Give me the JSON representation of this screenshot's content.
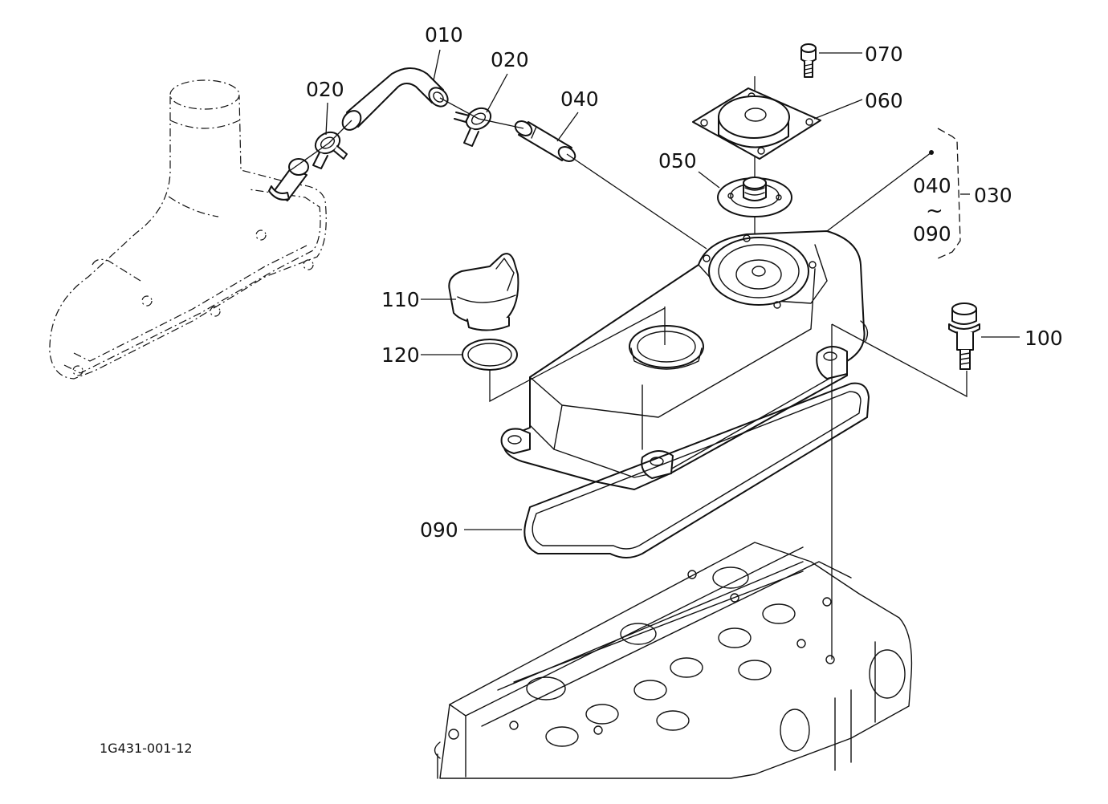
{
  "diagram": {
    "callouts": {
      "c010": "010",
      "c020a": "020",
      "c020b": "020",
      "c040": "040",
      "c050": "050",
      "c060": "060",
      "c070": "070",
      "c030": "030",
      "c100": "100",
      "c110": "110",
      "c120": "120",
      "c090": "090"
    },
    "range_bracket": {
      "from": "040",
      "tilde": "~",
      "to": "090"
    },
    "drawing_code": "1G431-001-12"
  }
}
